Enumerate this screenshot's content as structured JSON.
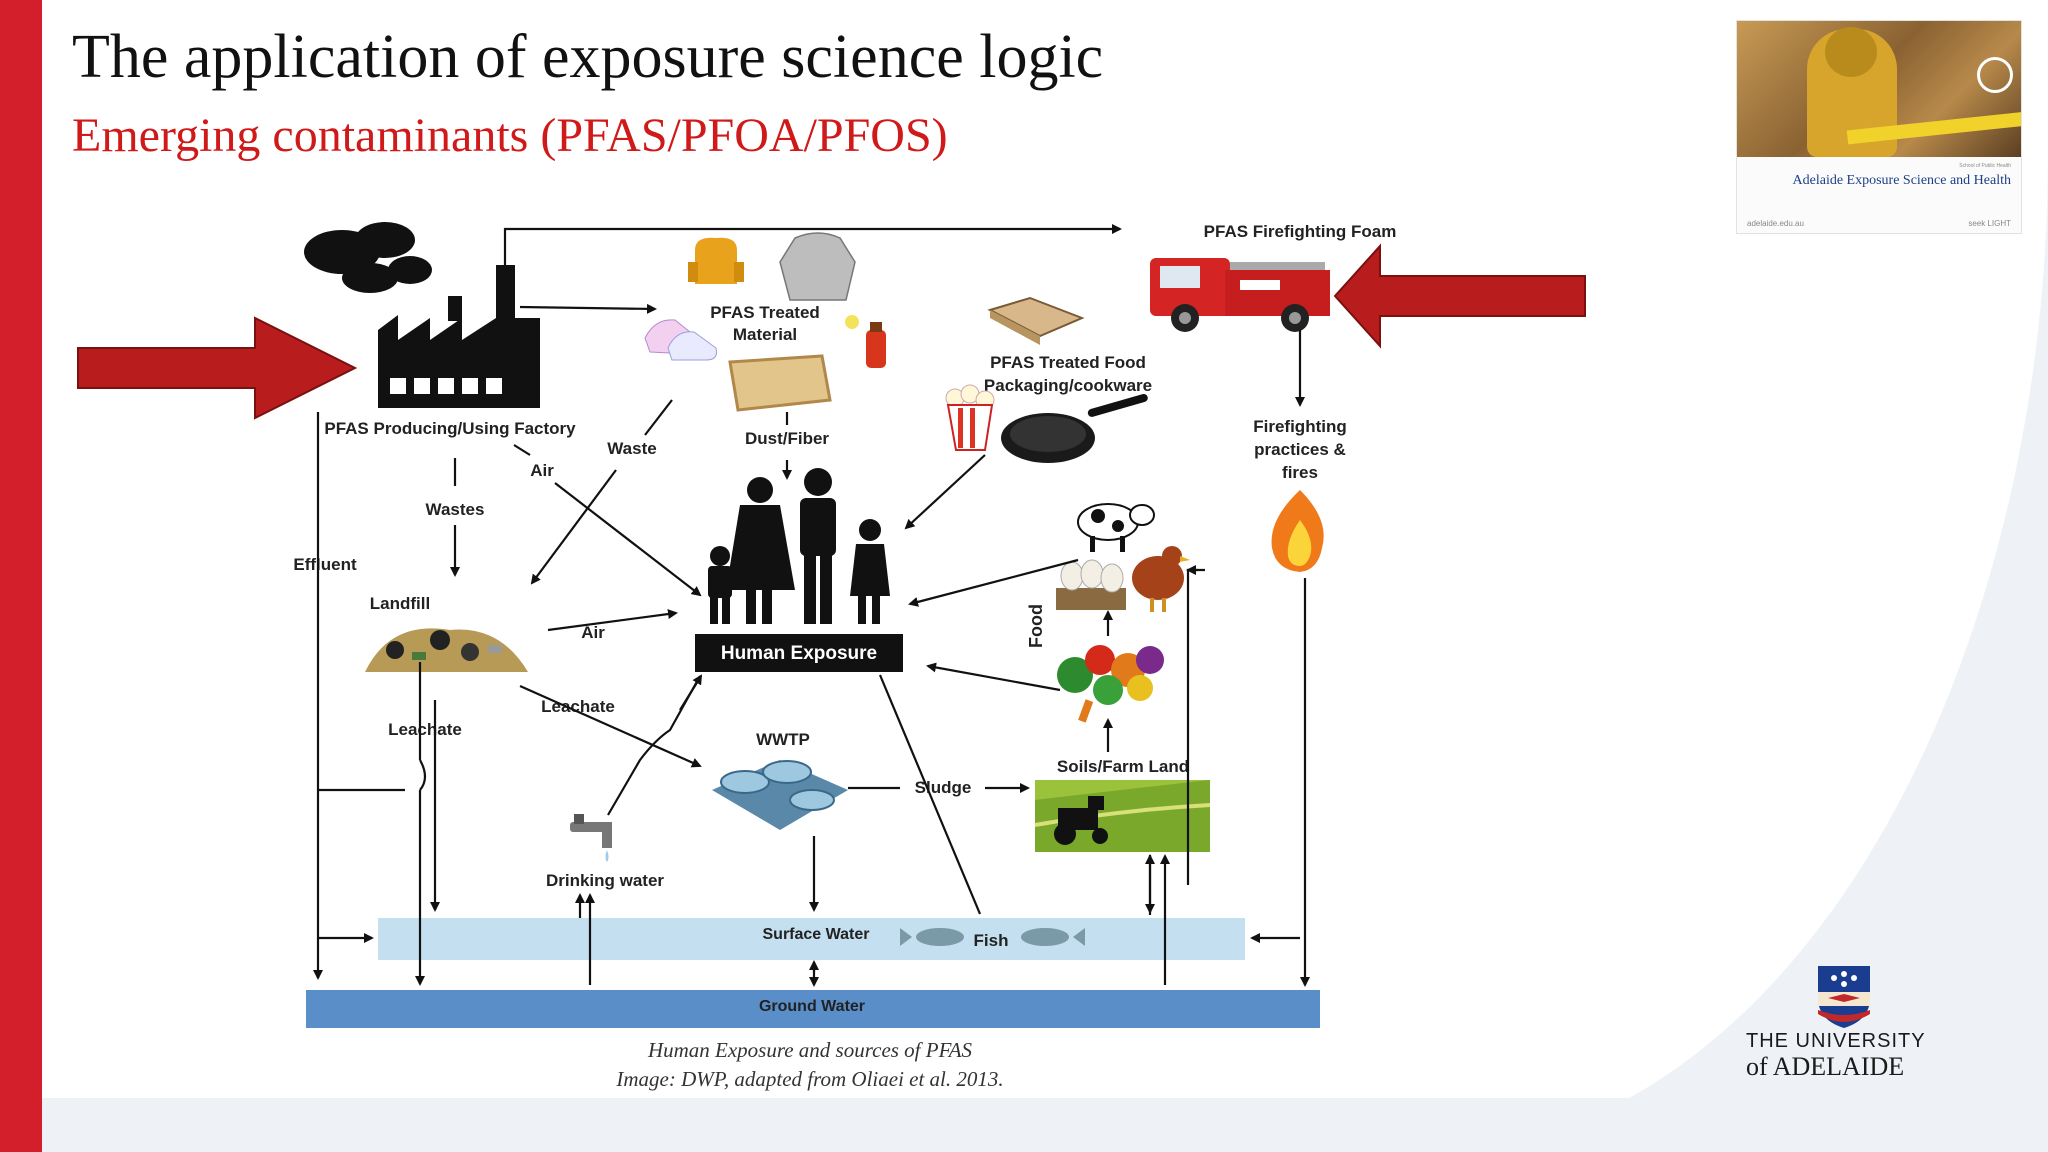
{
  "slide": {
    "title": "The application of exposure science logic",
    "subtitle": "Emerging contaminants (PFAS/PFOA/PFOS)",
    "colors": {
      "accent_red": "#d21f2b",
      "subtitle_red": "#d01919"
    }
  },
  "diagram": {
    "labels": {
      "factory": "PFAS Producing/Using Factory",
      "treated_material_1": "PFAS Treated",
      "treated_material_2": "Material",
      "food_pack_1": "PFAS Treated Food",
      "food_pack_2": "Packaging/cookware",
      "foam": "PFAS Firefighting Foam",
      "firefighting_1": "Firefighting",
      "firefighting_2": "practices &",
      "firefighting_3": "fires",
      "waste": "Waste",
      "air1": "Air",
      "wastes": "Wastes",
      "dust": "Dust/Fiber",
      "effluent": "Effluent",
      "landfill": "Landfill",
      "air2": "Air",
      "human": "Human Exposure",
      "food": "Food",
      "leachate1": "Leachate",
      "leachate2": "Leachate",
      "wwtp": "WWTP",
      "sludge": "Sludge",
      "soils": "Soils/Farm Land",
      "drinking": "Drinking water",
      "surface": "Surface Water",
      "fish": "Fish",
      "ground": "Ground Water"
    },
    "caption_1": "Human Exposure and sources of PFAS",
    "caption_2": "Image: DWP, adapted from Oliaei et al. 2013."
  },
  "video": {
    "org": "Adelaide Exposure Science and Health",
    "school": "School of Public Health",
    "url": "adelaide.edu.au",
    "seek": "seek LIGHT"
  },
  "university": {
    "line1": "THE UNIVERSITY",
    "line2": "of ADELAIDE"
  },
  "icons": [
    "factory-icon",
    "smoke-icon",
    "fire-truck-icon",
    "people-icon",
    "flame-icon",
    "cow-icon",
    "chicken-icon",
    "eggs-icon",
    "vegetables-icon",
    "tractor-icon",
    "faucet-icon",
    "fish-icon",
    "pan-icon",
    "popcorn-icon",
    "chair-icon",
    "hoodie-icon",
    "shoes-icon",
    "pizza-box-icon",
    "landfill-icon",
    "wwtp-icon",
    "red-arrow-icon",
    "crest-icon"
  ]
}
